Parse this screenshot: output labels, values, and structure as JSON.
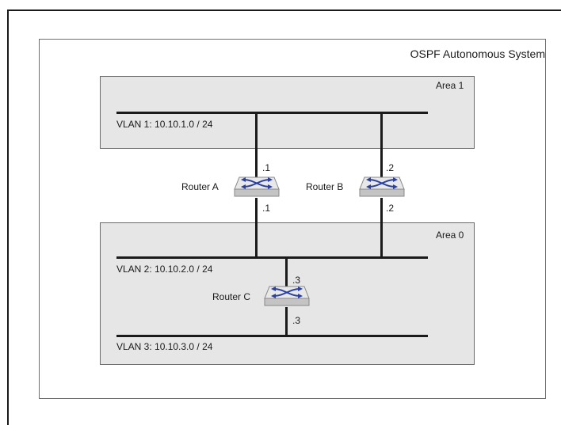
{
  "diagram": {
    "as_label": "OSPF Autonomous System",
    "areas": {
      "area1": "Area 1",
      "area0": "Area 0"
    },
    "vlans": {
      "vlan1": "VLAN 1: 10.10.1.0 / 24",
      "vlan2": "VLAN 2: 10.10.2.0 / 24",
      "vlan3": "VLAN 3: 10.10.3.0 / 24"
    },
    "routers": {
      "a": {
        "name": "Router A",
        "upper_addr": ".1",
        "lower_addr": ".1"
      },
      "b": {
        "name": "Router B",
        "upper_addr": ".2",
        "lower_addr": ".2"
      },
      "c": {
        "name": "Router C",
        "upper_addr": ".3",
        "lower_addr": ".3"
      }
    },
    "colors": {
      "area_fill": "#e6e6e6",
      "router_body": "#c4c4c4",
      "router_top": "#e8e8e8",
      "router_arrow": "#2a3f9e",
      "line": "#1a1a1a"
    },
    "icons": [
      "router-icon"
    ]
  }
}
